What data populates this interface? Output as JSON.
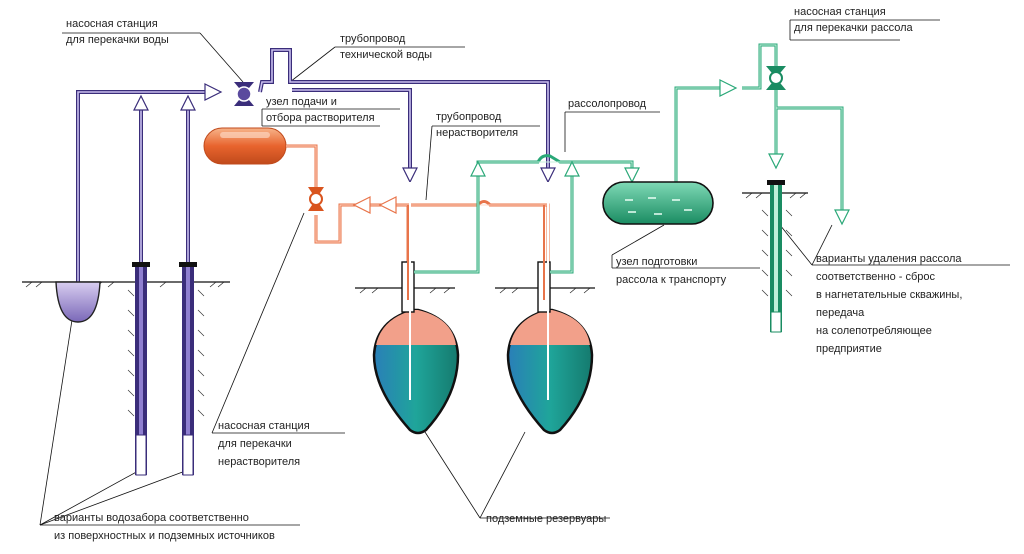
{
  "labels": {
    "pump_water_1": "насосная станция",
    "pump_water_2": "для перекачки воды",
    "pipe_tech_1": "трубопровод",
    "pipe_tech_2": "технической воды",
    "feed_node_1": "узел подачи и",
    "feed_node_2": "отбора растворителя",
    "pipe_nonsolvent_1": "трубопровод",
    "pipe_nonsolvent_2": "нерастворителя",
    "brine_pipe": "рассолопровод",
    "pump_brine_1": "насосная станция",
    "pump_brine_2": "для перекачки рассола",
    "brine_prep_1": "узел подготовки",
    "brine_prep_2": "рассола к транспорту",
    "brine_removal_1": "варианты удаления рассола",
    "brine_removal_2": "соответственно - сброс",
    "brine_removal_3": "в нагнетательные скважины,",
    "brine_removal_4": "передача",
    "brine_removal_5": "на солепотребляющее",
    "brine_removal_6": "предприятие",
    "pump_nonsolvent_1": "насосная станция",
    "pump_nonsolvent_2": "для перекачки",
    "pump_nonsolvent_3": "нерастворителя",
    "water_intake_1": "варианты водозабора соответственно",
    "water_intake_2": "из поверхностных и подземных источников",
    "reservoirs": "подземные резервуары"
  },
  "colors": {
    "water": "#6a5aa8",
    "water_dark": "#3a2d7a",
    "solvent": "#e8744a",
    "brine": "#2aa878",
    "brine_light": "#9fdcc0",
    "reservoir_fill": "#1f9a90",
    "reservoir_top": "#f2a08a",
    "reservoir_blue": "#2a8fc4",
    "ground": "#222222"
  }
}
